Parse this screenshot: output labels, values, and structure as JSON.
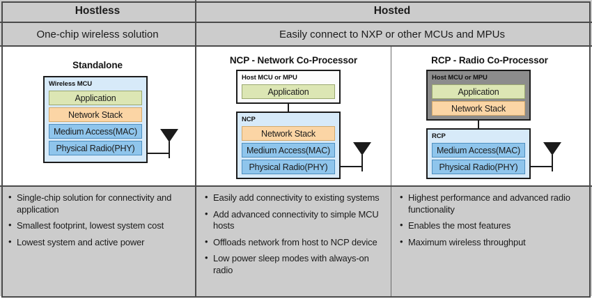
{
  "header": {
    "left_title": "Hostless",
    "right_title": "Hosted",
    "left_subtitle": "One-chip wireless solution",
    "right_subtitle": "Easily connect to NXP or other MCUs and MPUs"
  },
  "columns": [
    {
      "id": "standalone",
      "title": "Standalone",
      "blocks": [
        {
          "id": "wireless-mcu",
          "label": "Wireless MCU",
          "fill": "#d7eaf9",
          "layers": [
            {
              "name": "Application",
              "color": "#dce6b4"
            },
            {
              "name": "Network Stack",
              "color": "#fbd5a5"
            },
            {
              "name": "Medium Access(MAC)",
              "color": "#8fc5ec"
            },
            {
              "name": "Physical Radio(PHY)",
              "color": "#8fc5ec"
            }
          ]
        }
      ],
      "bullets": [
        "Single-chip solution for connectivity and application",
        "Smallest footprint, lowest system cost",
        "Lowest system and active power"
      ]
    },
    {
      "id": "ncp",
      "title": "NCP - Network Co-Processor",
      "blocks": [
        {
          "id": "host-mcu-or-mpu",
          "label": "Host MCU or MPU",
          "fill": "#fbfbfb",
          "layers": [
            {
              "name": "Application",
              "color": "#dce6b4"
            }
          ]
        },
        {
          "id": "ncp",
          "label": "NCP",
          "fill": "#d7eaf9",
          "layers": [
            {
              "name": "Network Stack",
              "color": "#fbd5a5"
            },
            {
              "name": "Medium Access(MAC)",
              "color": "#8fc5ec"
            },
            {
              "name": "Physical Radio(PHY)",
              "color": "#8fc5ec"
            }
          ]
        }
      ],
      "bullets": [
        "Easily add connectivity to existing systems",
        "Add advanced connectivity to simple MCU hosts",
        "Offloads network from host to NCP device",
        "Low power sleep modes with always-on radio"
      ]
    },
    {
      "id": "rcp",
      "title": "RCP - Radio Co-Processor",
      "blocks": [
        {
          "id": "host-mcu-or-mpu",
          "label": "Host MCU or MPU",
          "fill": "#8c8c8c",
          "layers": [
            {
              "name": "Application",
              "color": "#dce6b4"
            },
            {
              "name": "Network Stack",
              "color": "#fbd5a5"
            }
          ]
        },
        {
          "id": "rcp",
          "label": "RCP",
          "fill": "#d7eaf9",
          "layers": [
            {
              "name": "Medium Access(MAC)",
              "color": "#8fc5ec"
            },
            {
              "name": "Physical Radio(PHY)",
              "color": "#8fc5ec"
            }
          ]
        }
      ],
      "bullets": [
        "Highest performance and advanced radio functionality",
        "Enables the most features",
        "Maximum wireless throughput"
      ]
    }
  ],
  "icons": {
    "antenna": "antenna-icon"
  },
  "palette": {
    "header_gray": "#cccccc",
    "border": "#4a4a4a",
    "block_border": "#1b1b1b",
    "light_blue": "#d7eaf9",
    "green": "#dce6b4",
    "orange": "#fbd5a5",
    "blue": "#8fc5ec",
    "gray_fill": "#8c8c8c"
  }
}
